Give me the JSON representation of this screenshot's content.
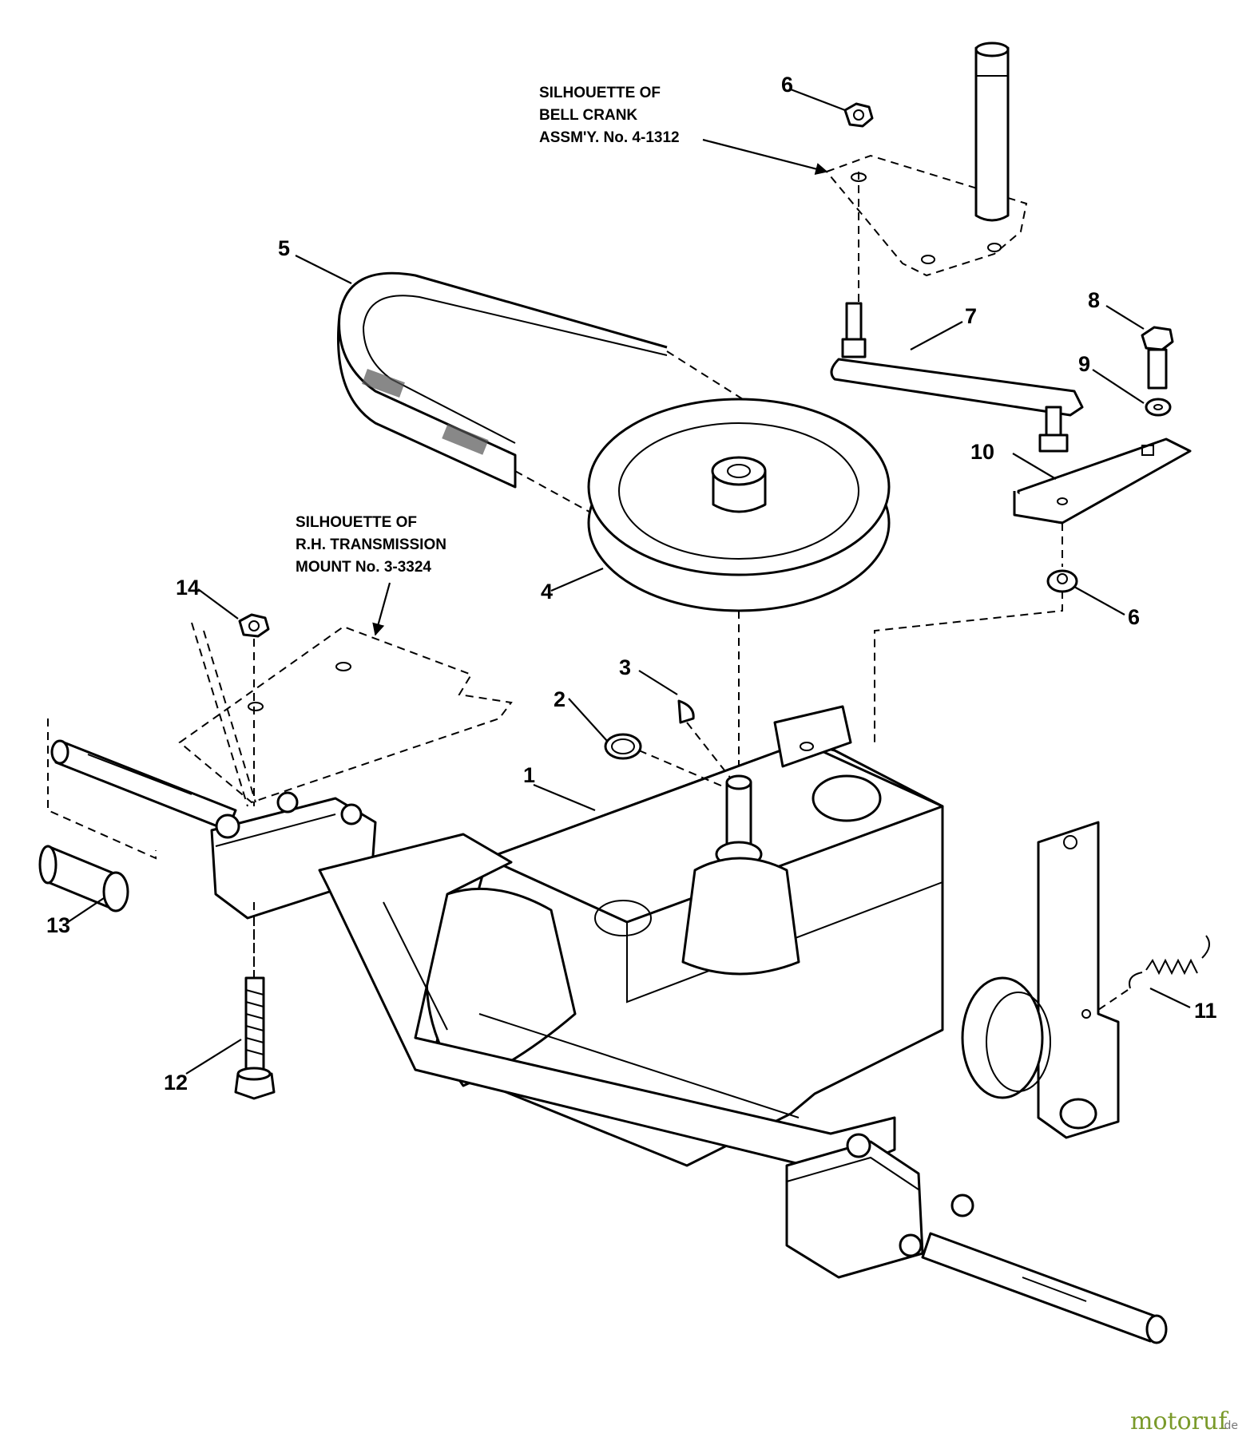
{
  "notes": {
    "bell_crank": [
      "SILHOUETTE OF",
      "BELL CRANK",
      "ASSM'Y. No. 4-1312"
    ],
    "transmission_mount": [
      "SILHOUETTE OF",
      "R.H. TRANSMISSION",
      "MOUNT No. 3-3324"
    ]
  },
  "callouts": {
    "c1": "1",
    "c2": "2",
    "c3": "3",
    "c4": "4",
    "c5": "5",
    "c6a": "6",
    "c6b": "6",
    "c7": "7",
    "c8": "8",
    "c9": "9",
    "c10": "10",
    "c11": "11",
    "c12": "12",
    "c13": "13",
    "c14": "14"
  },
  "watermark": {
    "brand": "motoruf",
    "suffix": ".de"
  }
}
